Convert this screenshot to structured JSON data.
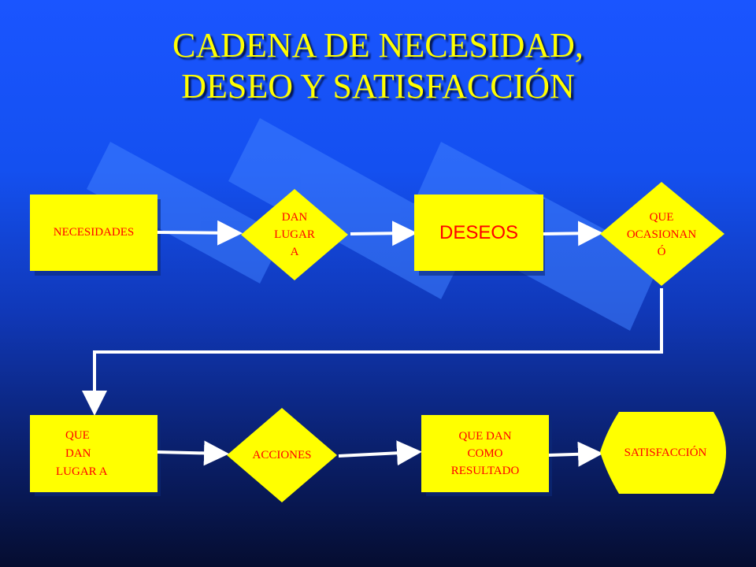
{
  "title": {
    "line1": "CADENA DE NECESIDAD,",
    "line2": "DESEO Y SATISFACCIÓN"
  },
  "colors": {
    "box_fill": "#ffff00",
    "text": "#ff0000",
    "title": "#ffff00",
    "connector": "#ffffff"
  },
  "nodes": {
    "necesidades": {
      "line1": "NECESIDADES"
    },
    "dan_lugar": {
      "line1": "DAN",
      "line2": "LUGAR",
      "line3": "A"
    },
    "deseos": {
      "line1": "DESEOS"
    },
    "que_ocasionan": {
      "line1": "QUE",
      "line2": "OCASIONAN",
      "line3": "Ó"
    },
    "que_dan_lugar": {
      "line1": "QUE",
      "line2": "DAN",
      "line3": "LUGAR A"
    },
    "acciones": {
      "line1": "ACCIONES"
    },
    "que_dan_como": {
      "line1": "QUE DAN",
      "line2": "COMO",
      "line3": "RESULTADO"
    },
    "satisfaccion": {
      "line1": "SATISFACCIÓN"
    }
  }
}
